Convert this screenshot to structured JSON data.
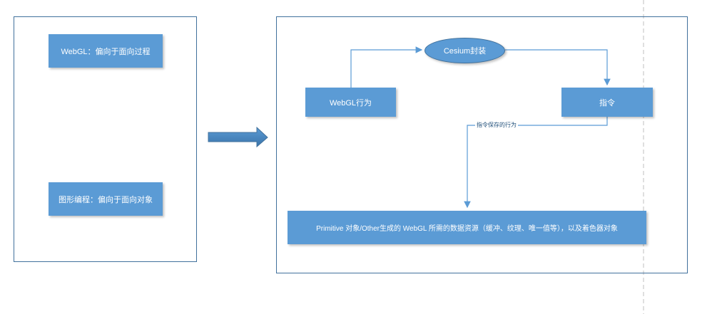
{
  "left_panel": {
    "box_webgl": "WebGL：偏向于面向过程",
    "box_graphics": "图形编程：偏向于面向对象"
  },
  "right_panel": {
    "node_cesium": "Cesium封装",
    "node_webgl_behavior": "WebGL行为",
    "node_command": "指令",
    "edge_label_saved": "指令保存的行为",
    "node_resources": "Primitive 对象/Other生成的 WebGL 所需的数据资源（缓冲、纹理、唯一值等），以及着色器对象"
  },
  "colors": {
    "box_fill": "#5b9bd5",
    "border": "#41719c",
    "line": "#5b9bd5",
    "dashed_guide": "#bfbfbf"
  }
}
